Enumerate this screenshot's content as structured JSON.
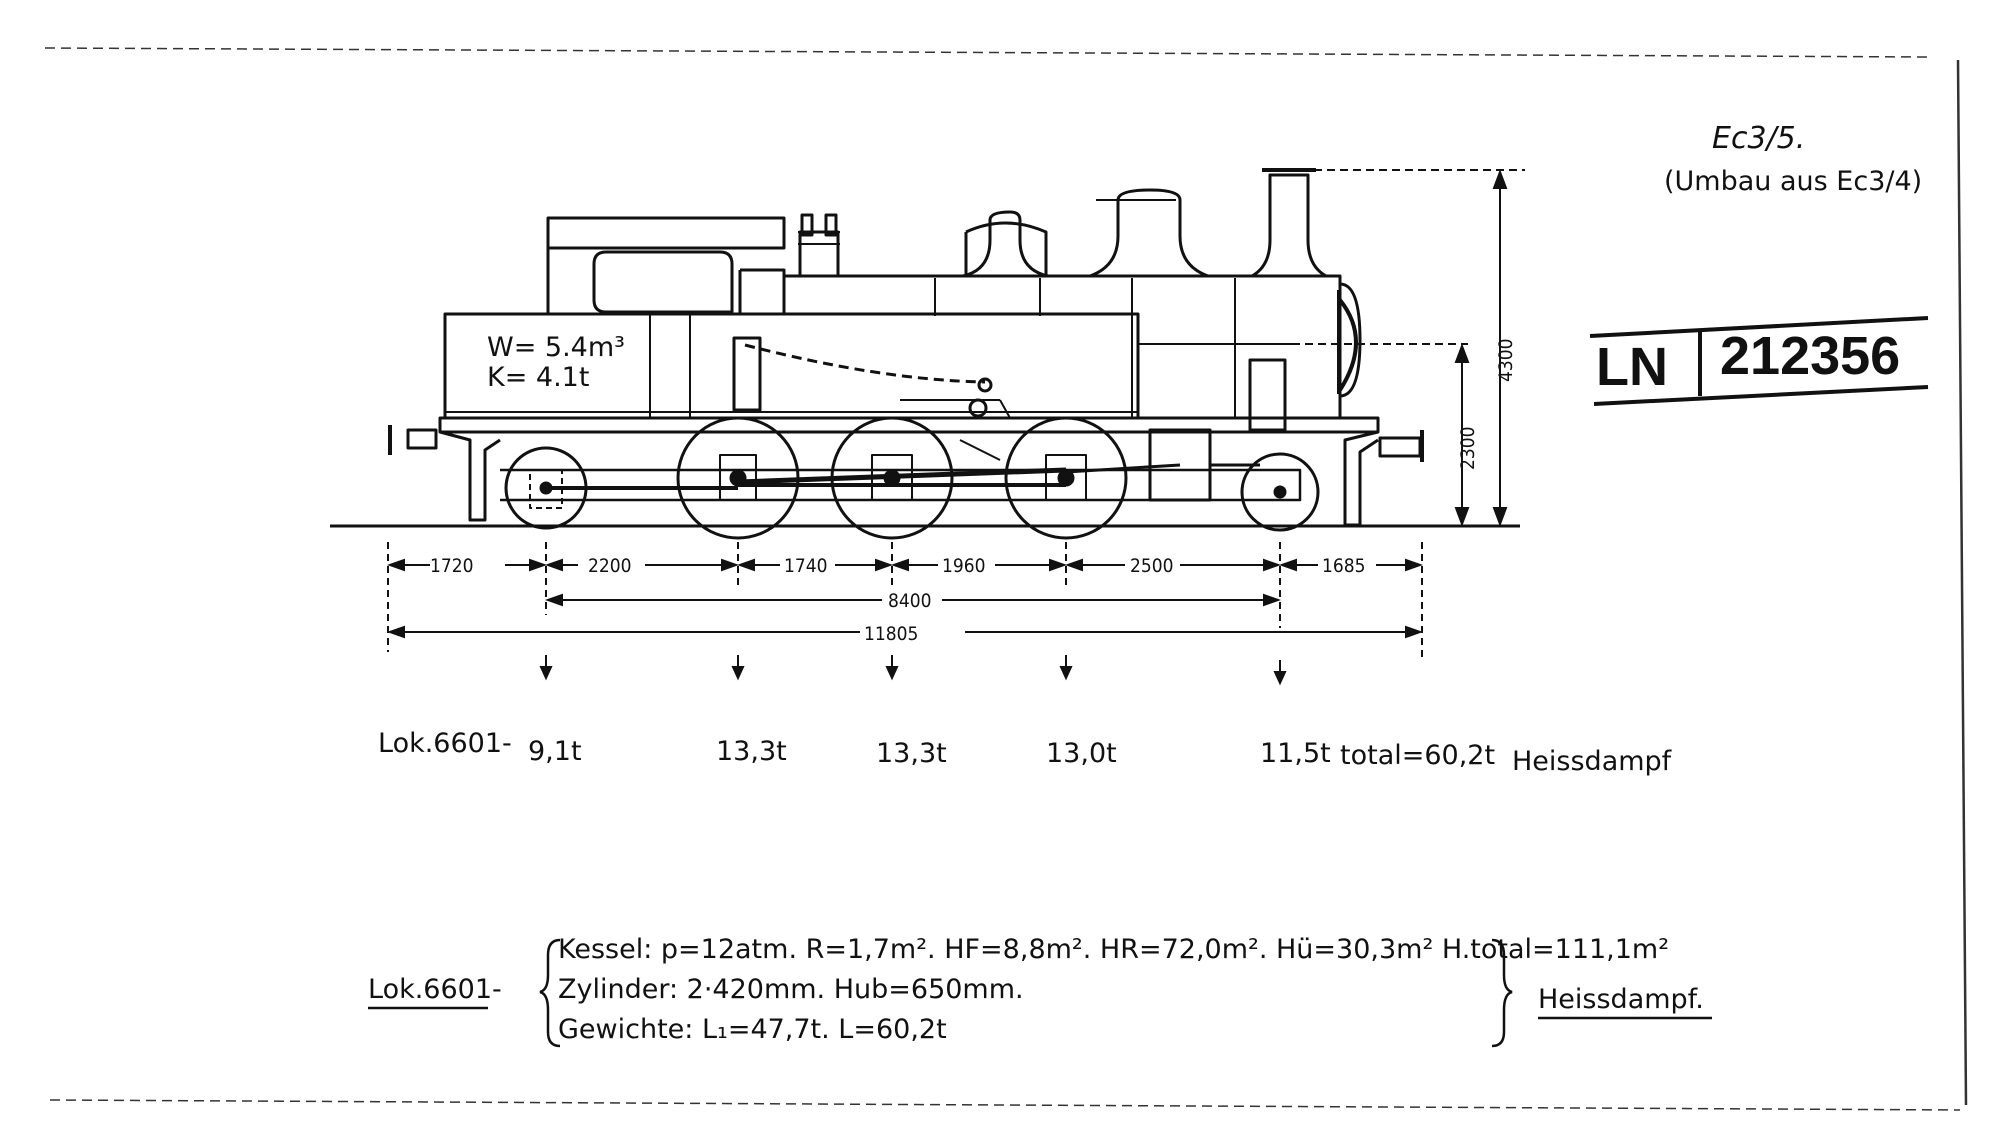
{
  "header": {
    "class_code": "Ec3/5.",
    "subtitle": "(Umbau aus Ec3/4)",
    "archive_prefix": "LN",
    "archive_number": "212356"
  },
  "tank_label": {
    "water": "W= 5.4m³",
    "coal": "K= 4.1t"
  },
  "heights": {
    "total": "4300",
    "boiler": "2300"
  },
  "wheelbase": {
    "segments": [
      "1720",
      "2200",
      "1740",
      "1960",
      "2500",
      "1685"
    ],
    "rigid": "8400",
    "overall": "11805"
  },
  "axle_loads": {
    "loco": "Lok.6601-",
    "loads": [
      "9,1t",
      "13,3t",
      "13,3t",
      "13,0t",
      "11,5t"
    ],
    "total": "total=60,2t",
    "type": "Heissdampf"
  },
  "specs": {
    "loco": "Lok.6601-",
    "kessel": "Kessel: p=12atm. R=1,7m². HF=8,8m². HR=72,0m². Hü=30,3m² H.total=111,1m²",
    "zylinder": "Zylinder:  2·420mm. Hub=650mm.",
    "gewichte": "Gewichte: L₁=47,7t. L=60,2t",
    "type": "Heissdampf."
  }
}
